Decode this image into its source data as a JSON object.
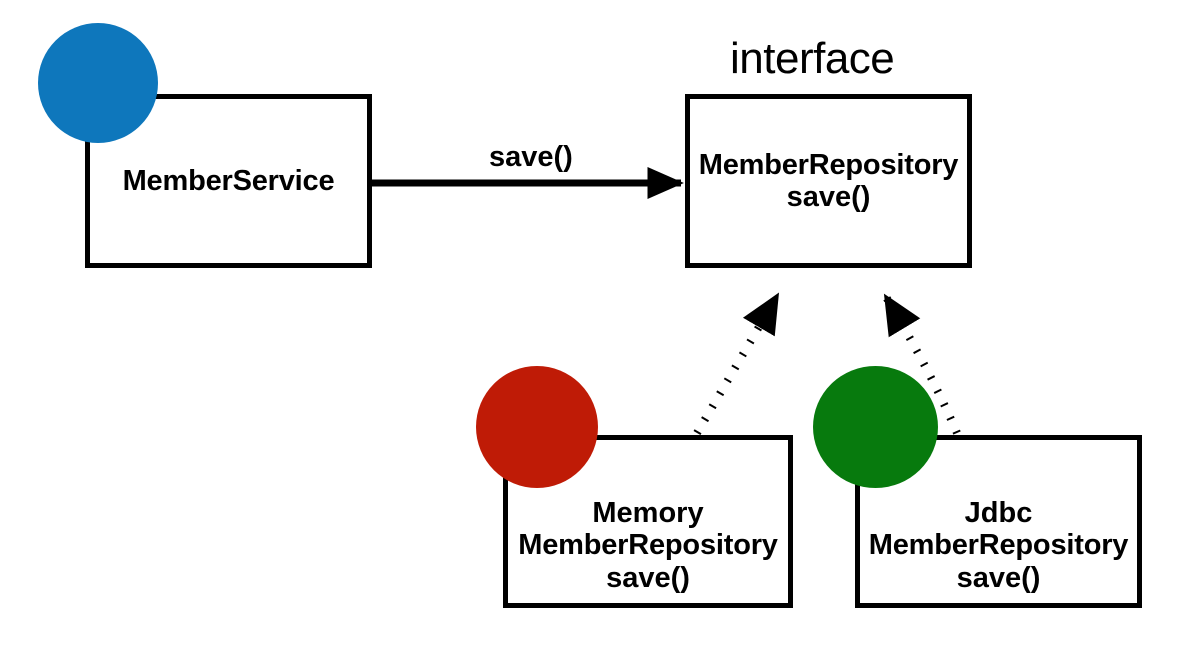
{
  "diagram": {
    "type": "uml-class-diagram",
    "background_color": "#ffffff",
    "line_color": "#000000"
  },
  "stereotypes": [
    {
      "id": "interface-label",
      "text": "interface"
    }
  ],
  "nodes": [
    {
      "id": "member-service",
      "name": "MemberService",
      "prefix": "",
      "method": "",
      "marker_color": "#0E77BC",
      "marker_name": "blue-circle-marker"
    },
    {
      "id": "member-repository",
      "name": "MemberRepository",
      "prefix": "",
      "method": "save()",
      "marker_color": "",
      "marker_name": ""
    },
    {
      "id": "memory-member-repository",
      "name": "MemberRepository",
      "prefix": "Memory",
      "method": "save()",
      "marker_color": "#BF1B06",
      "marker_name": "red-circle-marker"
    },
    {
      "id": "jdbc-member-repository",
      "name": "MemberRepository",
      "prefix": "Jdbc",
      "method": "save()",
      "marker_color": "#077A0D",
      "marker_name": "green-circle-marker"
    }
  ],
  "edges": [
    {
      "id": "service-to-repository",
      "label": "save()",
      "style": "solid",
      "arrow": "filled-triangle",
      "from": "member-service",
      "to": "member-repository"
    },
    {
      "id": "memory-implements-repository",
      "label": "",
      "style": "dotted",
      "arrow": "filled-triangle",
      "from": "memory-member-repository",
      "to": "member-repository"
    },
    {
      "id": "jdbc-implements-repository",
      "label": "",
      "style": "dotted",
      "arrow": "filled-triangle",
      "from": "jdbc-member-repository",
      "to": "member-repository"
    }
  ]
}
